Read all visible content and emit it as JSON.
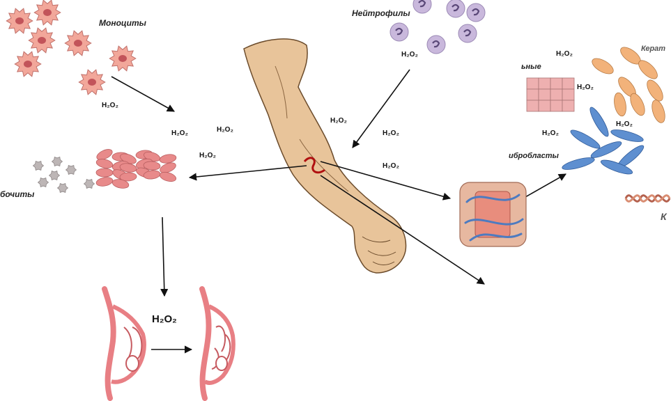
{
  "labels": {
    "monocytes": "Моноциты",
    "neutrophils": "Нейтрофилы",
    "platelets_partial": "бочиты",
    "epithelial_partial": "ьные",
    "keratinocytes_partial": "Керат",
    "fibroblasts_partial": "ибробласты",
    "collagen_partial": "К"
  },
  "h2o2": [
    "H₂O₂",
    "H₂O₂",
    "H₂O₂",
    "H₂O₂",
    "H₂O₂",
    "H₂O₂",
    "H₂O₂",
    "H₂O₂",
    "H₂O₂",
    "H₂O₂",
    "H₂O₂",
    "H₂O₂",
    "H₂O₂"
  ],
  "colors": {
    "monocyte": "#f2a79a",
    "neutrophil": "#c9b8dc",
    "erythrocyte": "#e88a8a",
    "platelet": "#bdb6b6",
    "skin": "#e8c49a",
    "vessel": "#e87f84",
    "keratinocyte": "#f2b27a",
    "epithelial": "#eeb0b0",
    "fibroblast": "#5e8fd0",
    "arrow": "#111111"
  }
}
